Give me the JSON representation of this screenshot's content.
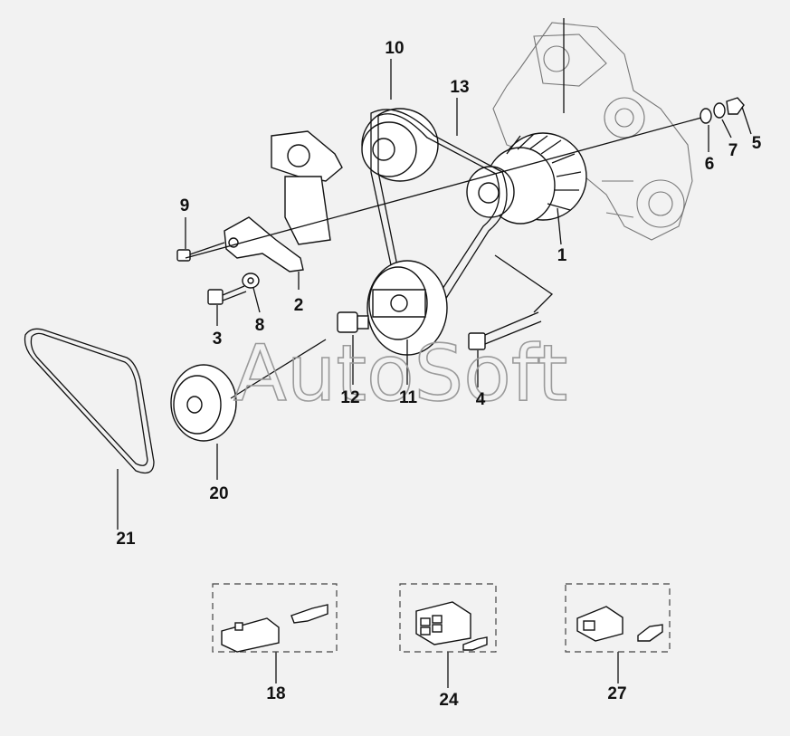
{
  "watermark": "AutoSoft",
  "callouts": [
    {
      "id": "c1",
      "label": "1"
    },
    {
      "id": "c2",
      "label": "2"
    },
    {
      "id": "c3",
      "label": "3"
    },
    {
      "id": "c4",
      "label": "4"
    },
    {
      "id": "c5",
      "label": "5"
    },
    {
      "id": "c6",
      "label": "6"
    },
    {
      "id": "c7",
      "label": "7"
    },
    {
      "id": "c8",
      "label": "8"
    },
    {
      "id": "c9",
      "label": "9"
    },
    {
      "id": "c10",
      "label": "10"
    },
    {
      "id": "c11",
      "label": "11"
    },
    {
      "id": "c12",
      "label": "12"
    },
    {
      "id": "c13",
      "label": "13"
    },
    {
      "id": "c18",
      "label": "18"
    },
    {
      "id": "c20",
      "label": "20"
    },
    {
      "id": "c21",
      "label": "21"
    },
    {
      "id": "c24",
      "label": "24"
    },
    {
      "id": "c27",
      "label": "27"
    }
  ]
}
